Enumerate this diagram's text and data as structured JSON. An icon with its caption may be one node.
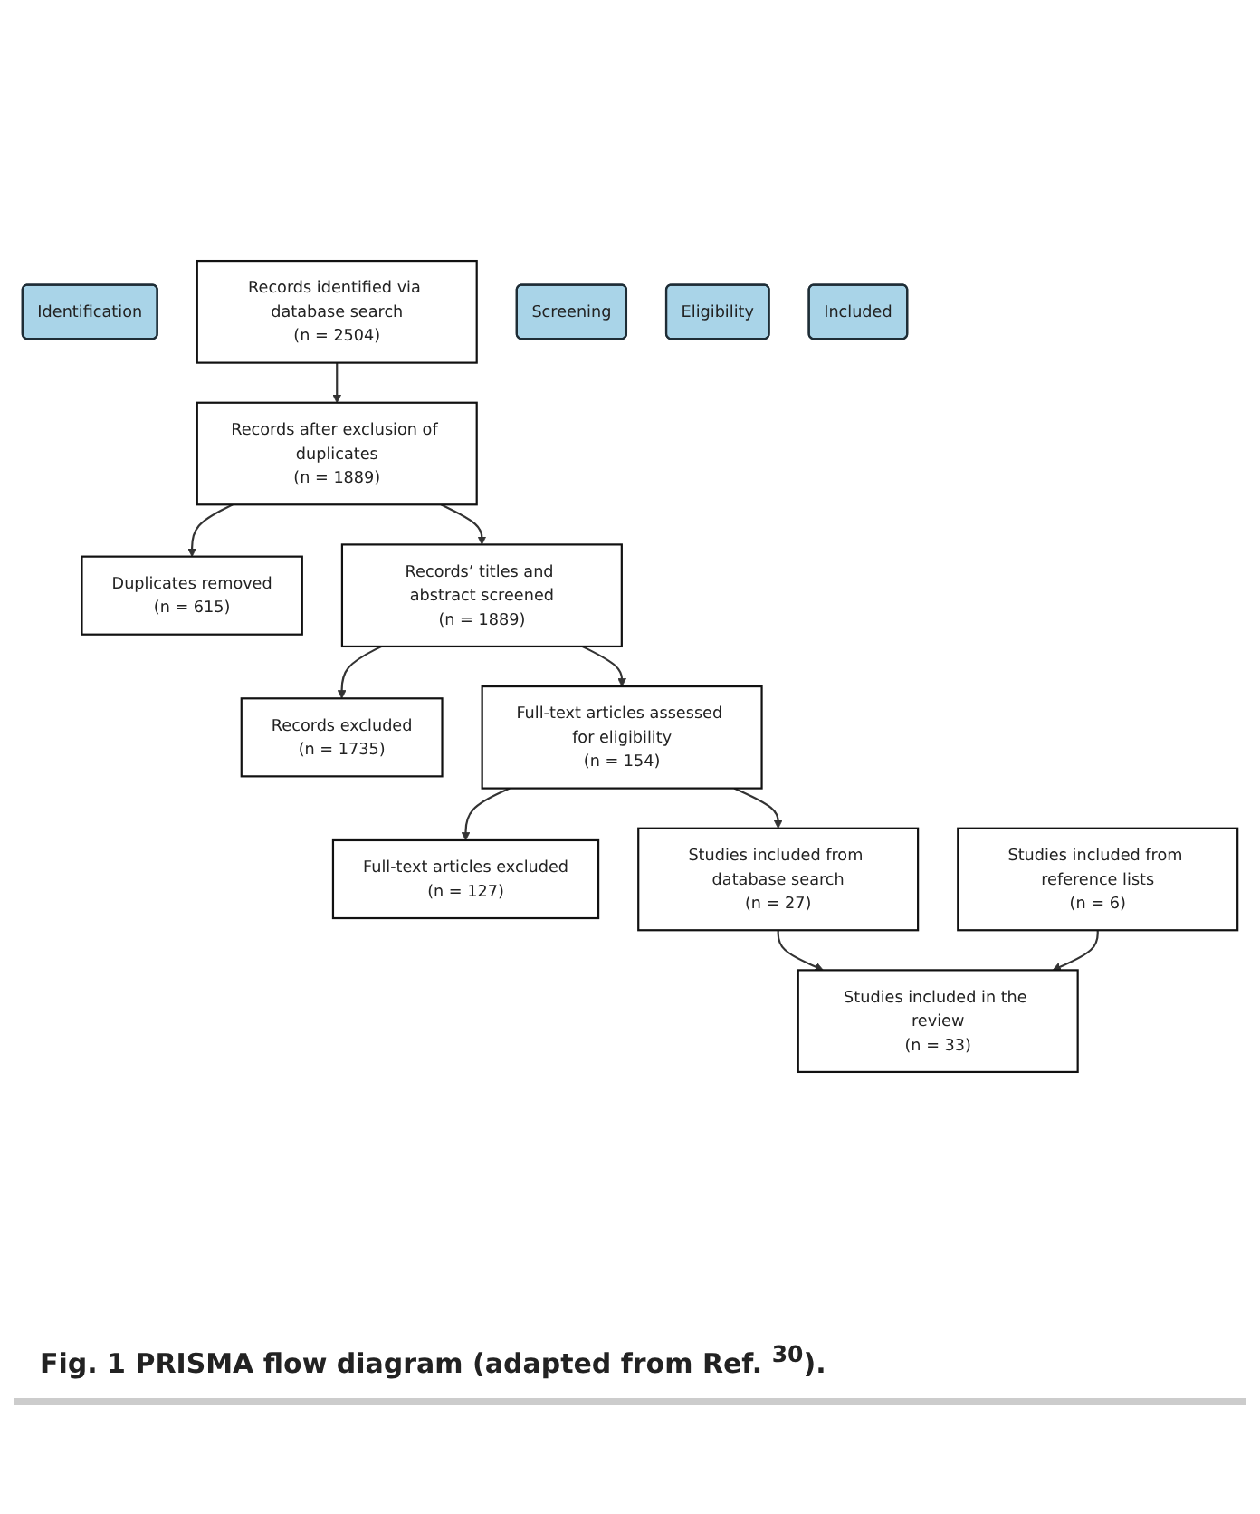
{
  "diagram": {
    "caption": "Fig. 1 PRISMA flow diagram (adapted from Ref. $^{30}$).",
    "nodes": [
      {
        "text": [
          "Identification"
        ]
      },
      {
        "text": [
          "Records identified via database search",
          "(n = 2504)"
        ]
      },
      {
        "text": [
          "Records after exclusion of duplicates",
          "(n = 1889)"
        ]
      },
      {
        "text": [
          "Duplicates removed",
          "(n = 615)"
        ]
      },
      {
        "text": [
          "Screening"
        ]
      },
      {
        "text": [
          "Records’ titles and abstract screened",
          "(n = 1889)"
        ]
      },
      {
        "text": [
          "Records excluded",
          "(n = 1735)"
        ]
      },
      {
        "text": [
          "Eligibility"
        ]
      },
      {
        "text": [
          "Full-text articles assessed for eligibility",
          "(n = 154)"
        ]
      },
      {
        "text": [
          "Full-text articles excluded",
          "(n = 127)"
        ]
      },
      {
        "text": [
          "Studies included from database search",
          "(n = 27)"
        ]
      },
      {
        "text": [
          "Studies included from reference lists",
          "(n = 6)"
        ]
      },
      {
        "text": [
          "Included"
        ]
      },
      {
        "text": [
          "Studies included in the review",
          "(n = 33)"
        ]
      }
    ],
    "edges": [
      {
        "from": 1,
        "to": 2,
        "arrow": "to"
      },
      {
        "from": 2,
        "to": 3,
        "arrow": "to"
      },
      {
        "from": 2,
        "to": 5,
        "arrow": "to"
      },
      {
        "from": 5,
        "to": 6,
        "arrow": "to"
      },
      {
        "from": 5,
        "to": 8,
        "arrow": "to"
      },
      {
        "from": 8,
        "to": 9,
        "arrow": "to"
      },
      {
        "from": 8,
        "to": 10,
        "arrow": "to"
      },
      {
        "from": 10,
        "to": 13,
        "arrow": "to"
      },
      {
        "from": 11,
        "to": 13,
        "arrow": "to"
      }
    ]
  }
}
